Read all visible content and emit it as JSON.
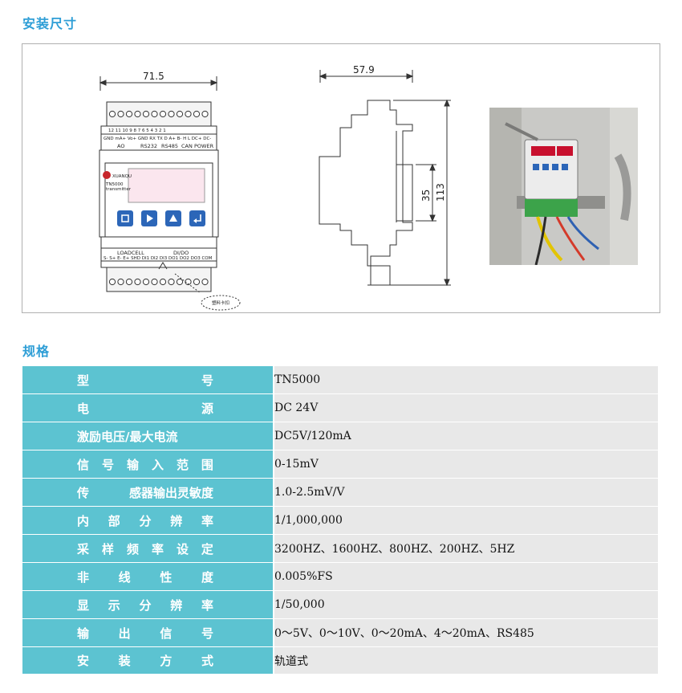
{
  "sections": {
    "install_title": "安装尺寸",
    "spec_title": "规格"
  },
  "drawing": {
    "front_width": "71.5",
    "side_depth": "57.9",
    "rail_height": "35",
    "total_height": "113",
    "brand": "XUANQU",
    "model_small": "TN5000",
    "model_sub": "transmitter",
    "top_numbers": "12 11 10 9 8 7 6 5 4 3 2 1",
    "top_pins": "GND mA+ Vo+ GND RX TX D A+ B- H L DC+ DC-",
    "top_groups": [
      "AO",
      "RS232",
      "RS485",
      "CAN",
      "POWER"
    ],
    "bottom_groups": [
      "LOADCELL",
      "DI/DO"
    ],
    "bottom_pins": "S- S+ E- E+ SHD DI1 DI2 DI3 DO1 DO2 DO3 COM",
    "callout": "塑料卡扣"
  },
  "specs": [
    {
      "label": [
        "型",
        "号"
      ],
      "value": "TN5000"
    },
    {
      "label": [
        "电",
        "源"
      ],
      "value": "DC 24V"
    },
    {
      "label": [
        "激励电压/最大电流"
      ],
      "value": "DC5V/120mA"
    },
    {
      "label": [
        "信",
        "号",
        "输",
        "入",
        "范",
        "围"
      ],
      "value": "0-15mV"
    },
    {
      "label": [
        "传",
        "感器输出灵敏度"
      ],
      "value": "1.0-2.5mV/V"
    },
    {
      "label": [
        "内",
        "部",
        "分",
        "辨",
        "率"
      ],
      "value": "1/1,000,000"
    },
    {
      "label": [
        "采",
        "样",
        "频",
        "率",
        "设",
        "定"
      ],
      "value": "3200HZ、1600HZ、800HZ、200HZ、5HZ"
    },
    {
      "label": [
        "非",
        "线",
        "性",
        "度"
      ],
      "value": "0.005%FS"
    },
    {
      "label": [
        "显",
        "示",
        "分",
        "辨",
        "率"
      ],
      "value": "1/50,000"
    },
    {
      "label": [
        "输",
        "出",
        "信",
        "号"
      ],
      "value": "0～5V、0～10V、0～20mA、4～20mA、RS485"
    },
    {
      "label": [
        "安",
        "装",
        "方",
        "式"
      ],
      "value": "轨道式"
    }
  ],
  "colors": {
    "title": "#2e9ed6",
    "label_bg": "#5cc3d1",
    "value_bg": "#e8e8e8",
    "button_blue": "#2c66b8"
  }
}
